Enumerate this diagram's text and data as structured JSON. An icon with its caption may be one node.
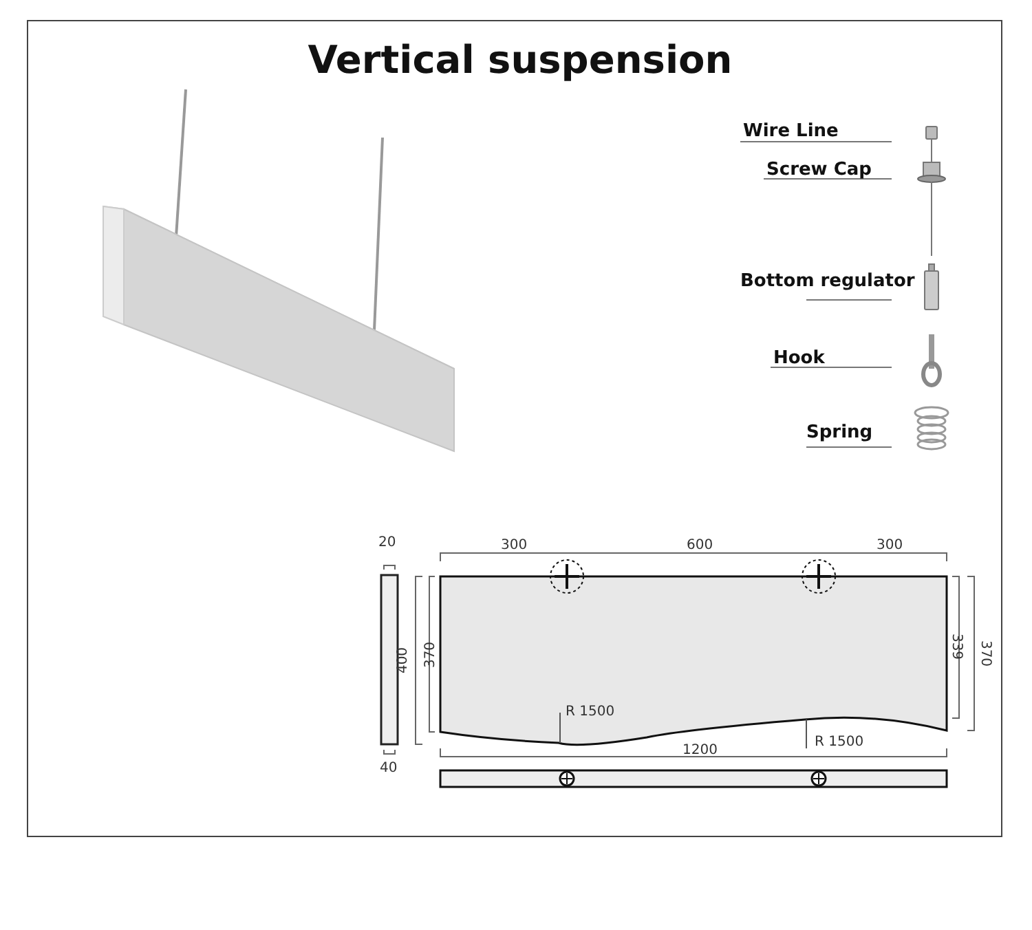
{
  "diagram": {
    "title": "Vertical suspension",
    "labels": [
      "Wire Line",
      "Screw Cap",
      "Bottom regulator",
      "Hook",
      "Spring",
      "20",
      "300",
      "600",
      "300",
      "400",
      "370",
      "339",
      "370",
      "R 1500",
      "R 1500",
      "1200",
      "40"
    ]
  }
}
